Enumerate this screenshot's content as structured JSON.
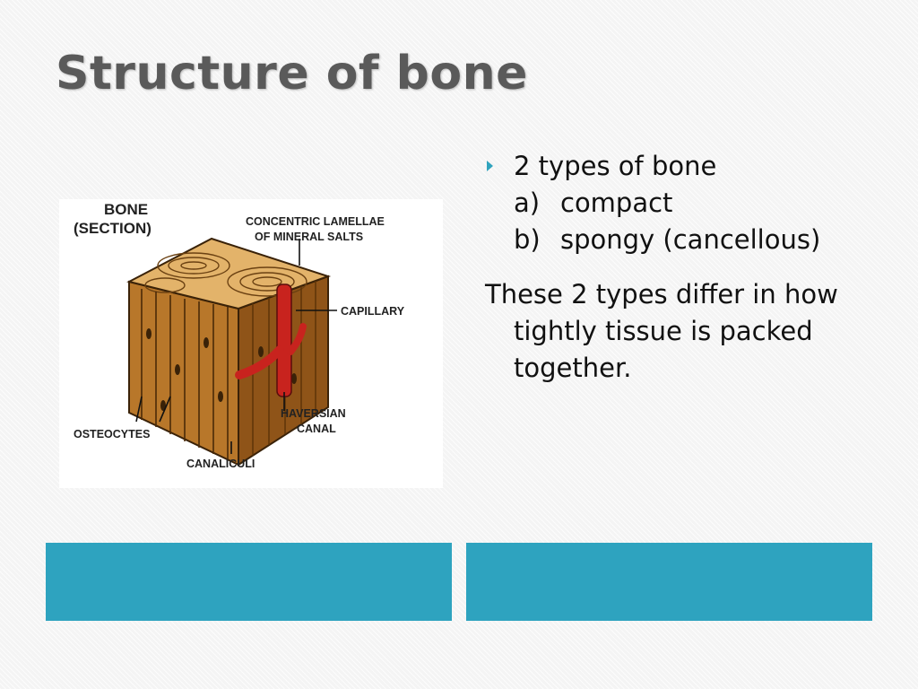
{
  "slide": {
    "title": "Structure of bone"
  },
  "figure": {
    "labels": {
      "bone": "BONE",
      "section": "(SECTION)",
      "lamellae_1": "CONCENTRIC LAMELLAE",
      "lamellae_2": "OF MINERAL SALTS",
      "capillary": "CAPILLARY",
      "haversian_1": "HAVERSIAN",
      "haversian_2": "CANAL",
      "osteocytes": "OSTEOCYTES",
      "canaliculi": "CANALICULI"
    },
    "colors": {
      "bone_top": "#e3b36a",
      "bone_front": "#b8772a",
      "bone_side": "#8f5418",
      "vessel": "#c8231e"
    }
  },
  "content": {
    "bullet": "2 types of bone",
    "items": [
      {
        "label": "a)",
        "text": "compact"
      },
      {
        "label": "b)",
        "text": "spongy (cancellous)"
      }
    ],
    "paragraph": "These 2 types differ in how tightly tissue is packed together."
  },
  "colors": {
    "accent": "#2ea3bf",
    "title": "#5a5a5a"
  }
}
